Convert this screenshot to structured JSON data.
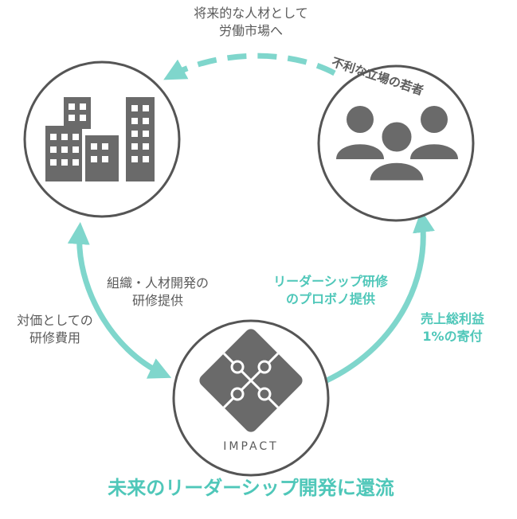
{
  "diagram": {
    "top_arrow_label": [
      "将来的な人材として",
      "労働市場へ"
    ],
    "youth_label": "不利な立場の若者",
    "left_inner_label": [
      "組織・人材開発の",
      "研修提供"
    ],
    "left_outer_label": [
      "対価としての",
      "研修費用"
    ],
    "right_inner_label": [
      "リーダーシップ研修",
      "のプロボノ提供"
    ],
    "right_outer_label": [
      "売上総利益",
      "1%の寄付"
    ],
    "impact_logo_text": "IMPACT",
    "bottom_title": "未来のリーダーシップ開発に還流",
    "colors": {
      "accent": "#7fd6cc",
      "accent_text": "#4fc7b9",
      "icon": "#6a6a6a",
      "circle_stroke": "#555555"
    },
    "icons": {
      "company": "buildings-icon",
      "youth": "people-group-icon",
      "impact": "puzzle-icon"
    }
  }
}
